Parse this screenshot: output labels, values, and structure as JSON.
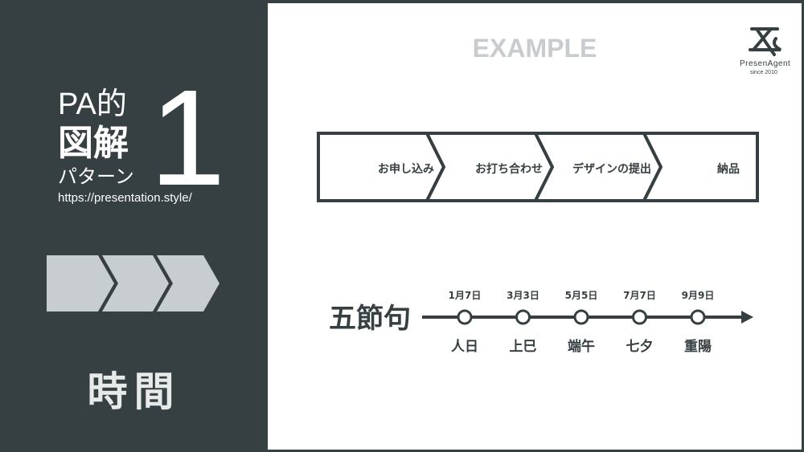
{
  "left_panel": {
    "title_line1": "PA的",
    "title_line2": "図解",
    "title_line3": "パターン",
    "number": "1",
    "url": "https://presentation.style/",
    "category": "時間"
  },
  "main": {
    "heading": "EXAMPLE",
    "logo": {
      "name": "PresenAgent",
      "since": "since 2010"
    },
    "process_steps": [
      "お申し込み",
      "お打ち合わせ",
      "デザインの提出",
      "納品"
    ],
    "timeline": {
      "title": "五節句",
      "dates": [
        "1月7日",
        "3月3日",
        "5月5日",
        "7月7日",
        "9月9日"
      ],
      "names": [
        "人日",
        "上巳",
        "端午",
        "七夕",
        "重陽"
      ]
    }
  },
  "colors": {
    "dark": "#363f41",
    "light_chevron": "#c8cdcf",
    "white": "#ffffff"
  }
}
